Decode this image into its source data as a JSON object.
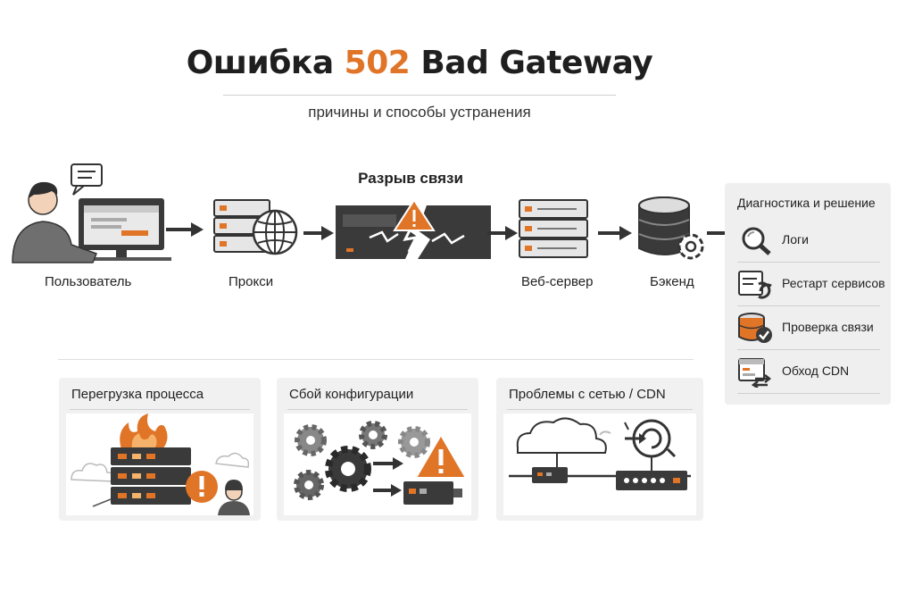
{
  "header": {
    "title_prefix": "Ошибка ",
    "title_code": "502",
    "title_suffix": " Bad Gateway",
    "subtitle": "причины и способы устранения"
  },
  "flow": {
    "break_label": "Разрыв связи",
    "nodes": [
      {
        "label": "Пользователь"
      },
      {
        "label": "Прокси"
      },
      {
        "label": "Веб-сервер"
      },
      {
        "label": "Бэкенд"
      }
    ]
  },
  "diagnostics": {
    "title": "Диагностика и решение",
    "items": [
      {
        "label": "Логи",
        "icon": "magnifier-icon"
      },
      {
        "label": "Рестарт сервисов",
        "icon": "restart-icon"
      },
      {
        "label": "Проверка связи",
        "icon": "connection-check-icon"
      },
      {
        "label": "Обход CDN",
        "icon": "cdn-bypass-icon"
      }
    ]
  },
  "causes": [
    {
      "title": "Перегрузка процесса"
    },
    {
      "title": "Сбой конфигурации"
    },
    {
      "title": "Проблемы с сетью / CDN"
    }
  ],
  "colors": {
    "accent": "#e07427",
    "dark": "#3a3a3a",
    "panel": "#efefef"
  }
}
